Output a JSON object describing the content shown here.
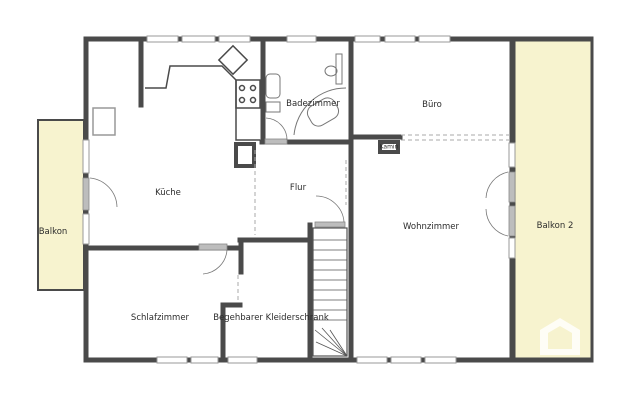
{
  "rooms": {
    "kueche": "Küche",
    "badezimmer": "Badezimmer",
    "flur": "Flur",
    "buero": "Büro",
    "kamin": "Kamin",
    "wohnzimmer": "Wohnzimmer",
    "balkon": "Balkon",
    "balkon2": "Balkon 2",
    "schlafzimmer": "Schlafzimmer",
    "kleiderschrank": "Begehbarer Kleiderschrank"
  },
  "colors": {
    "wall": "#4a4a4a",
    "balcony": "#f7f3cf",
    "door": "#bdbdbd"
  }
}
